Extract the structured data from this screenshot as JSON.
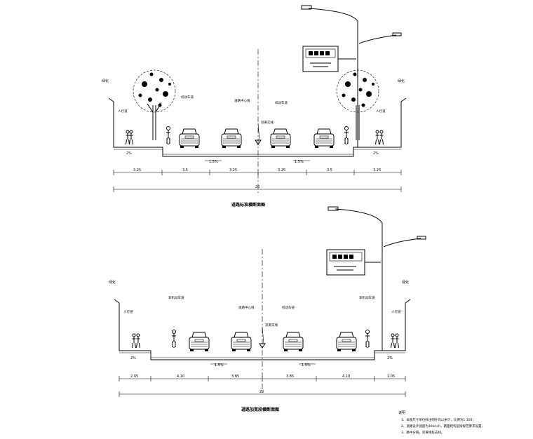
{
  "section1": {
    "title": "道路标准横断面图",
    "left_edge_label": "绿化",
    "right_edge_label": "绿化",
    "left_sidewalk_label": "人行道",
    "right_sidewalk_label": "人行道",
    "left_lane_label": "机动车道",
    "right_lane_label": "机动车道",
    "center_label": "道路中心线",
    "divider_label": "双黄实线",
    "left_crossfall": "2%",
    "right_crossfall": "2%",
    "left_road_slope": "1.5%",
    "right_road_slope": "1.5%",
    "dims": [
      "3.25",
      "3.5",
      "3.25",
      "3.25",
      "3.5",
      "3.25"
    ],
    "total": "20"
  },
  "section2": {
    "title": "道路加宽段横断面图",
    "left_edge_label": "绿化",
    "right_edge_label": "绿化",
    "left_sidewalk_label": "人行道",
    "right_sidewalk_label": "人行道",
    "left_bike_label": "非机动车道",
    "right_bike_label": "非机动车道",
    "center_label": "道路中心线",
    "lane_label": "机动车道",
    "divider_label": "双黄实线",
    "left_crossfall": "2%",
    "right_crossfall": "2%",
    "left_road_slope": "1.5%",
    "right_road_slope": "1.5%",
    "dims": [
      "2.05",
      "4.10",
      "3.85",
      "3.85",
      "4.10",
      "2.05"
    ],
    "total": "20"
  },
  "notes": {
    "heading": "说明",
    "lines": [
      "1、本图尺寸单位除注明外均以米计，比例为1:100；",
      "2、道路设计速度为30km/h，路面结构层按规范要求设置；",
      "3、路中分隔，双黄线标志线。"
    ]
  }
}
